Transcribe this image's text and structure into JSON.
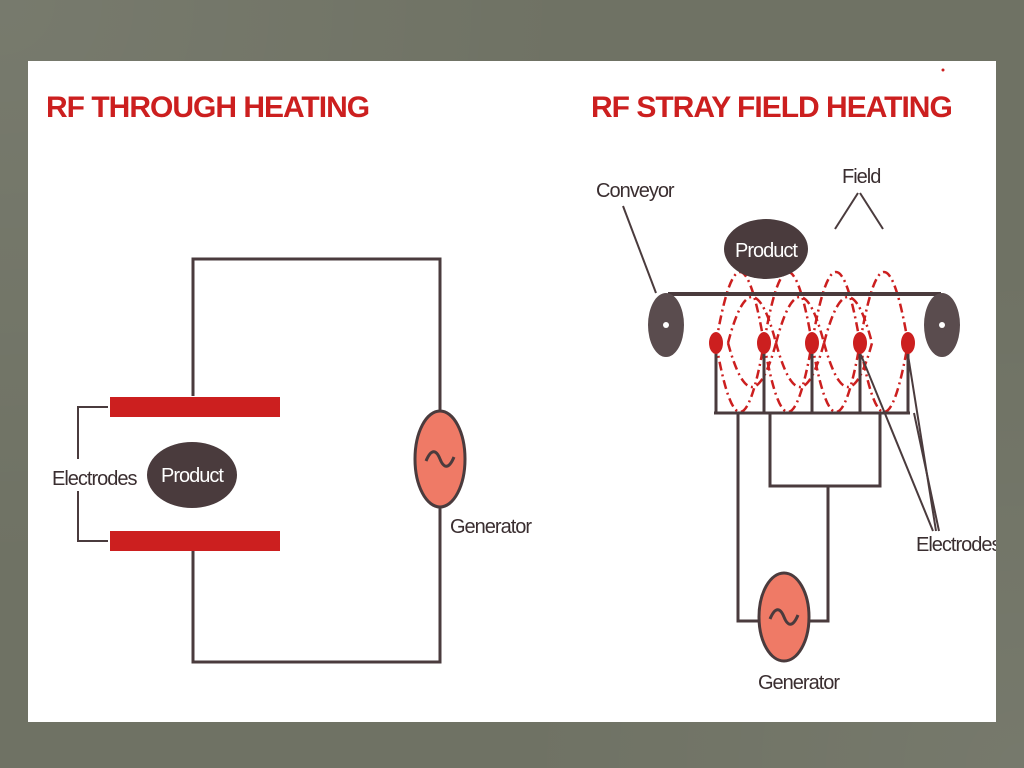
{
  "left_diagram": {
    "title": "RF THROUGH HEATING",
    "electrodes_label": "Electrodes",
    "product_label": "Product",
    "generator_label": "Generator"
  },
  "right_diagram": {
    "title": "RF STRAY FIELD HEATING",
    "conveyor_label": "Conveyor",
    "field_label": "Field",
    "product_label": "Product",
    "electrodes_label": "Electrodes",
    "generator_label": "Generator"
  },
  "colors": {
    "accent_red": "#cc1f1f",
    "generator_fill": "#ef7a66",
    "product_fill": "#4a3b3d",
    "wire": "#4a3b3d"
  },
  "icons": {
    "generator_symbol": "~"
  }
}
